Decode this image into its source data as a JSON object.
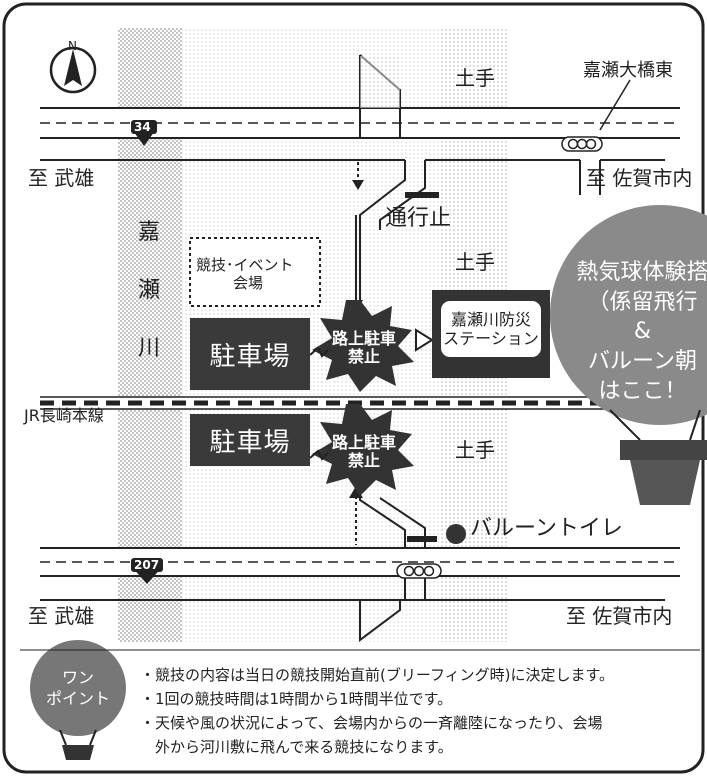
{
  "map": {
    "compass": {
      "label": "N"
    },
    "labels": {
      "bridge_east": "嘉瀬大橋東",
      "to_takeo_top": "至 武雄",
      "to_saga_top": "至 佐賀市内",
      "to_takeo_bottom": "至 武雄",
      "to_saga_bottom": "至 佐賀市内",
      "traffic_closed": "通行止",
      "jr_line": "JR長崎本線",
      "balloon_toilet": "バルーントイレ"
    },
    "river": {
      "chars": [
        "嘉",
        "瀬",
        "川"
      ]
    },
    "embankment": [
      "土手",
      "土手",
      "土手"
    ],
    "routes": [
      "34",
      "207"
    ],
    "venue": {
      "line1": "競技･イベント",
      "line2": "会場"
    },
    "parking": [
      "駐車場",
      "駐車場"
    ],
    "no_parking": {
      "line1": "路上駐車",
      "line2": "禁止"
    },
    "station": {
      "line1": "嘉瀬川防災",
      "line2": "ステーション"
    },
    "balloon_experience": {
      "line1": "熱気球体験搭",
      "line2": "（係留飛行",
      "line3": "&",
      "line4": "バルーン朝",
      "line5": "はここ！"
    }
  },
  "one_point": {
    "badge_line1": "ワン",
    "badge_line2": "ポイント",
    "notes": [
      "・競技の内容は当日の競技開始直前(ブリーフィング時)に決定します。",
      "・1回の競技時間は1時間から1時間半位です。",
      "・天候や風の状況によって、会場内からの一斉離陸になったり、会場",
      "　外から河川敷に飛んで来る競技になります。"
    ]
  }
}
